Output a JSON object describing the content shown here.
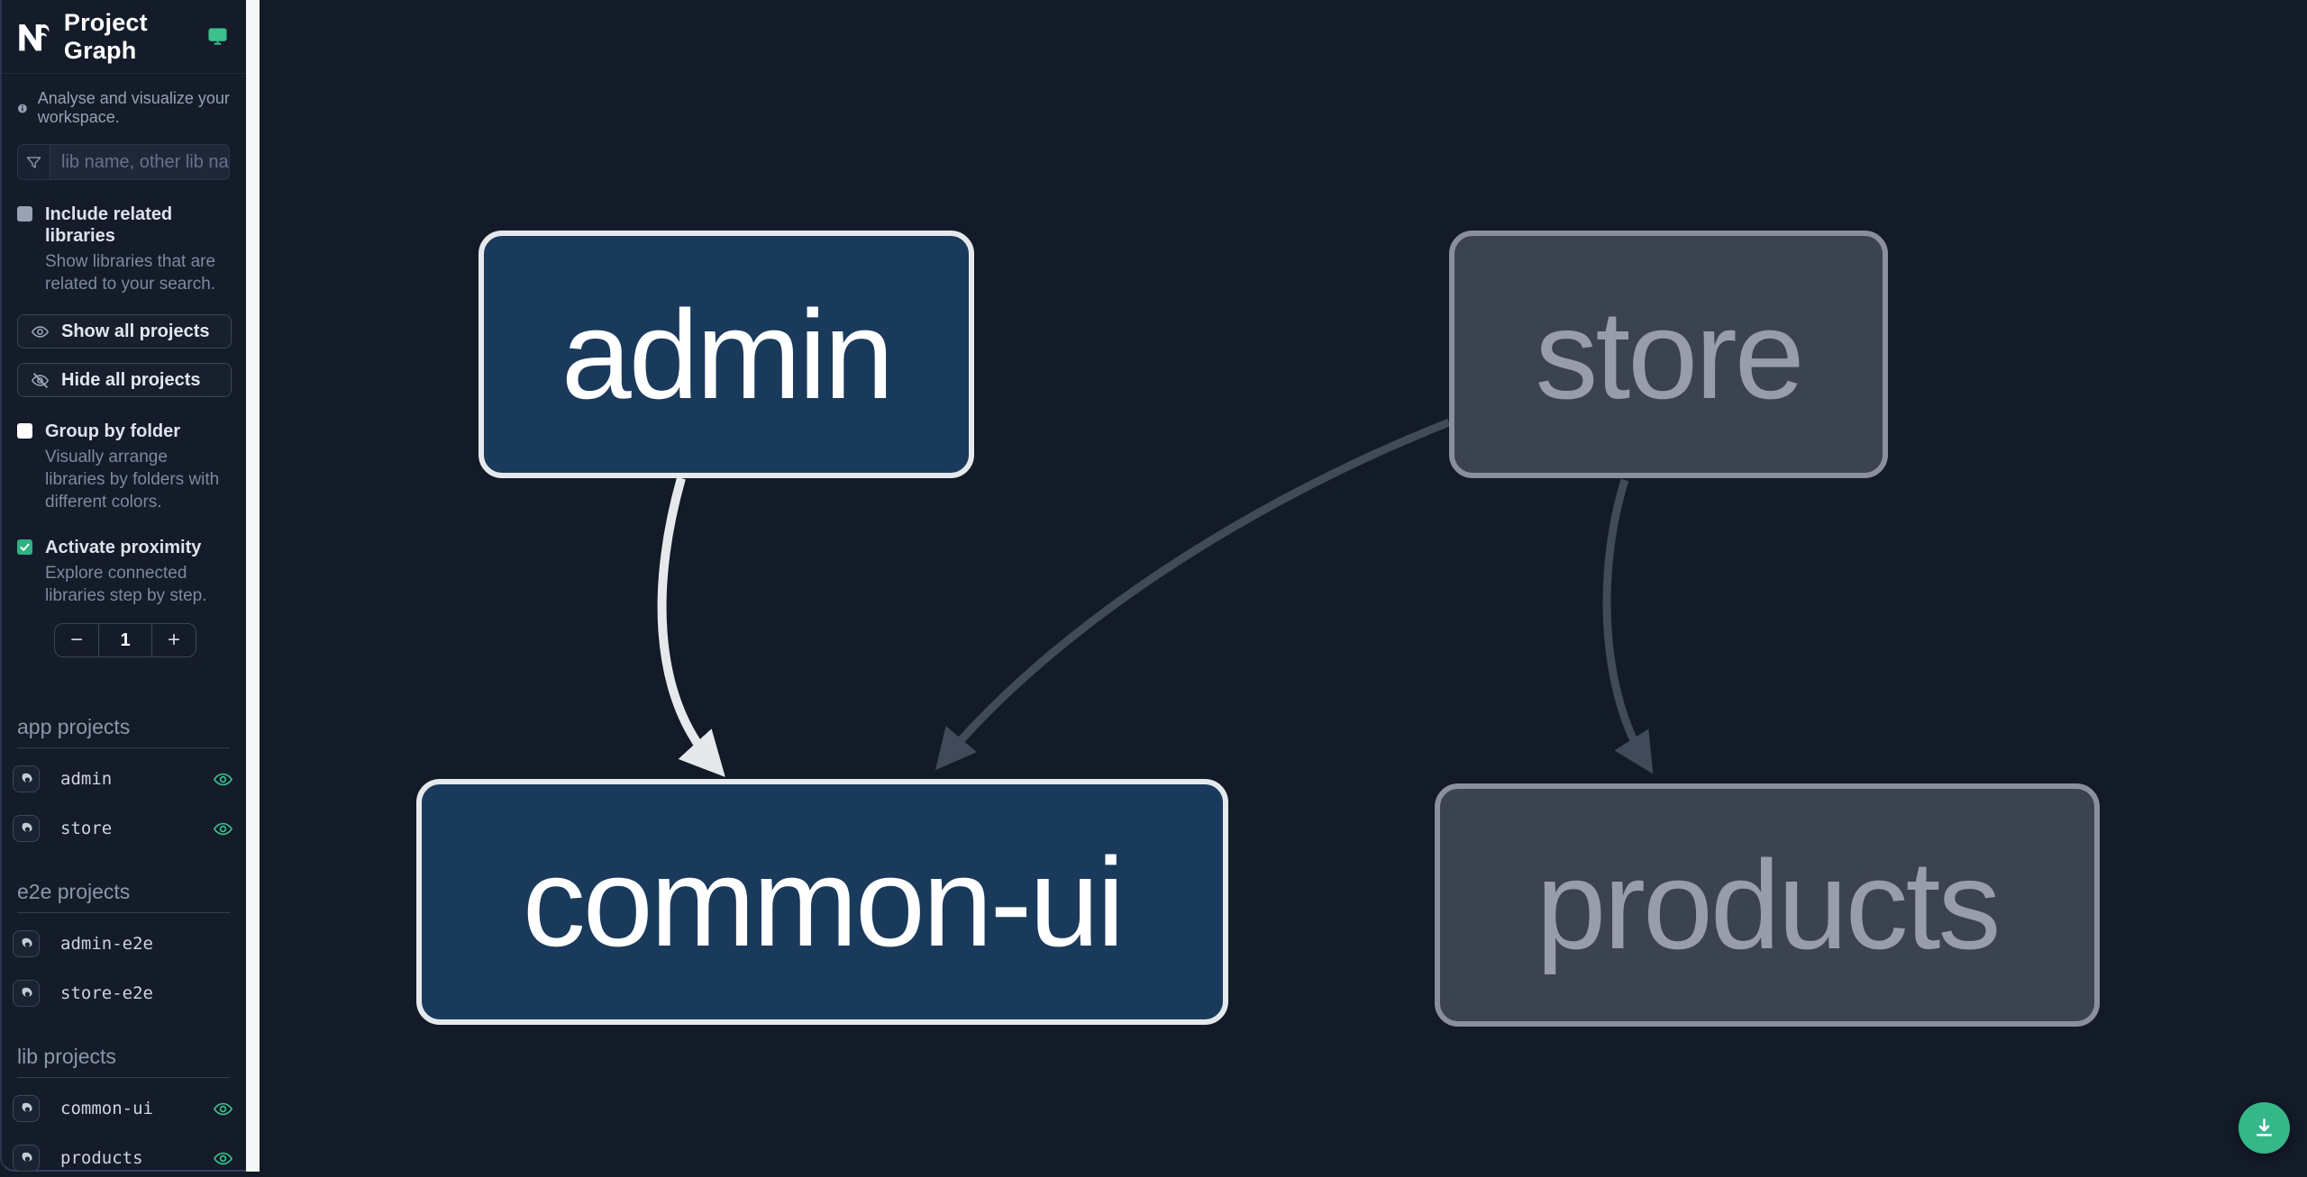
{
  "header": {
    "title": "Project Graph",
    "logo": "nx-logo",
    "theme_icon": "monitor-icon"
  },
  "sidebar": {
    "tagline": "Analyse and visualize your workspace.",
    "search": {
      "placeholder": "lib name, other lib name",
      "value": "",
      "icon": "filter-funnel-icon"
    },
    "toggles": [
      {
        "label": "Include related libraries",
        "description": "Show libraries that are related to your search.",
        "checked": false,
        "checkbox_style": "gray"
      },
      {
        "label": "Group by folder",
        "description": "Visually arrange libraries by folders with different colors.",
        "checked": false,
        "checkbox_style": "white"
      },
      {
        "label": "Activate proximity",
        "description": "Explore connected libraries step by step.",
        "checked": true,
        "checkbox_style": "green"
      }
    ],
    "buttons": [
      {
        "label": "Show all projects",
        "icon": "eye-icon"
      },
      {
        "label": "Hide all projects",
        "icon": "eye-off-icon"
      }
    ],
    "proximity_stepper": {
      "decrement": "−",
      "value": "1",
      "increment": "+"
    },
    "sections": [
      {
        "title": "app projects",
        "items": [
          {
            "name": "admin",
            "visible": true
          },
          {
            "name": "store",
            "visible": true
          }
        ]
      },
      {
        "title": "e2e projects",
        "items": [
          {
            "name": "admin-e2e",
            "visible": false
          },
          {
            "name": "store-e2e",
            "visible": false
          }
        ]
      },
      {
        "title": "lib projects",
        "items": [
          {
            "name": "common-ui",
            "visible": true
          },
          {
            "name": "products",
            "visible": true
          }
        ]
      }
    ]
  },
  "graph": {
    "nodes": [
      {
        "id": "admin",
        "label": "admin",
        "state": "focused"
      },
      {
        "id": "store",
        "label": "store",
        "state": "unfocused"
      },
      {
        "id": "common-ui",
        "label": "common-ui",
        "state": "focused"
      },
      {
        "id": "products",
        "label": "products",
        "state": "unfocused"
      }
    ],
    "edges": [
      {
        "from": "admin",
        "to": "common-ui",
        "highlighted": true
      },
      {
        "from": "store",
        "to": "common-ui",
        "highlighted": false
      },
      {
        "from": "store",
        "to": "products",
        "highlighted": false
      }
    ],
    "colors": {
      "canvas_bg": "#131a28",
      "focused_fill": "#1a3a5c",
      "focused_border": "#e6e9ec",
      "unfocused_fill": "#3b4250",
      "unfocused_border": "#8a909b",
      "edge_highlighted": "#e6e9ec",
      "edge_muted": "#414a59",
      "accent_green": "#35b789"
    }
  },
  "fab": {
    "icon": "download-icon"
  }
}
